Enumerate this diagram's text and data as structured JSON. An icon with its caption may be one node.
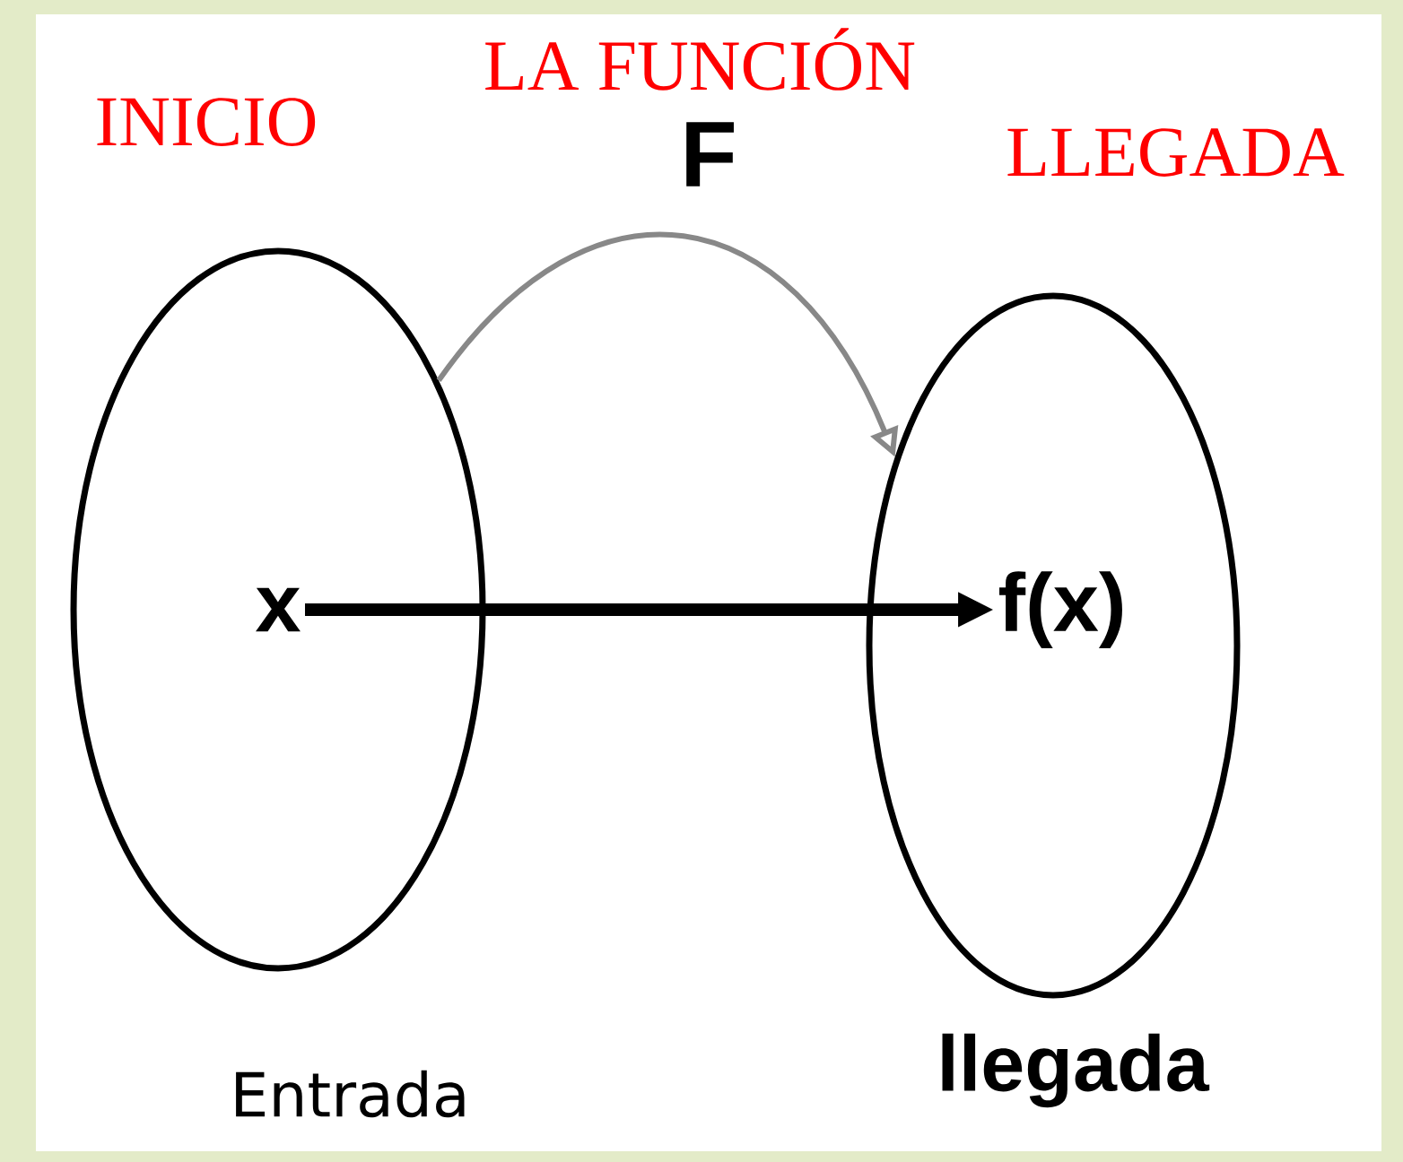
{
  "diagram": {
    "nodes": [
      {
        "text": [
          "INICIO"
        ],
        "beside": [
          "Entrada"
        ]
      },
      {
        "text": [
          "x"
        ],
        "in": 0
      },
      {
        "text": [
          "LLEGADA"
        ],
        "beside": [
          "llegada"
        ]
      },
      {
        "text": [
          "f(x)"
        ],
        "in": 2
      }
    ],
    "edges": [
      {
        "from": 0,
        "to": 2,
        "arrow": "to",
        "label": "F",
        "color": "#888888"
      },
      {
        "from": 1,
        "to": 3,
        "arrow": "to",
        "style": "thick",
        "color": "#000000"
      }
    ],
    "labels": [
      "LA FUNCIÓN"
    ]
  }
}
